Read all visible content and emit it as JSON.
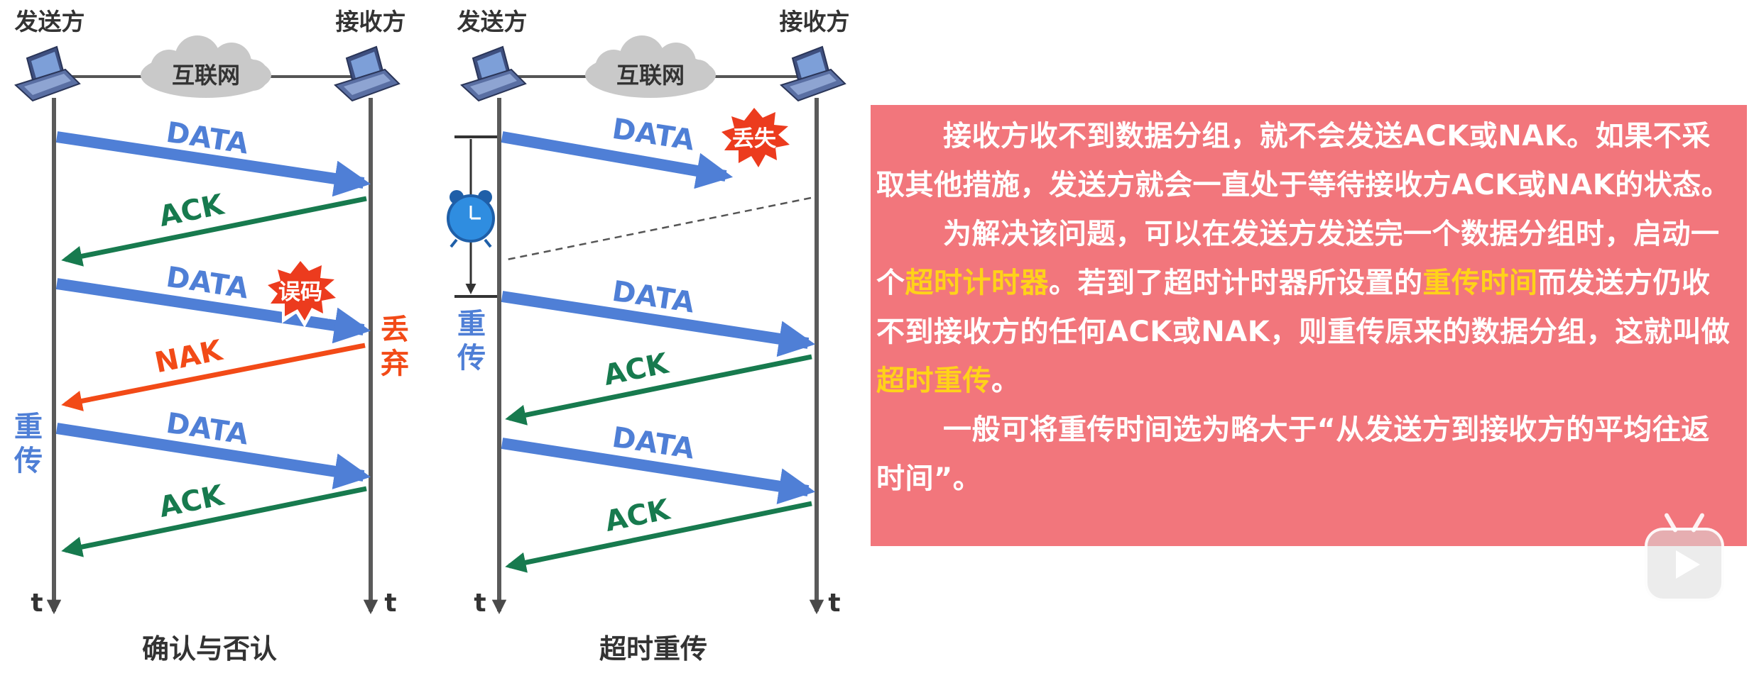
{
  "left_diagram": {
    "sender_label": "发送方",
    "receiver_label": "接收方",
    "internet_label": "互联网",
    "time_label_left": "t",
    "time_label_right": "t",
    "messages": [
      "DATA",
      "ACK",
      "DATA",
      "NAK",
      "DATA",
      "ACK"
    ],
    "error_badge": "误码",
    "discard_label": "丢弃",
    "retransmit_label": "重传",
    "caption": "确认与否认"
  },
  "right_diagram": {
    "sender_label": "发送方",
    "receiver_label": "接收方",
    "internet_label": "互联网",
    "time_label_left": "t",
    "time_label_right": "t",
    "messages": [
      "DATA",
      "DATA",
      "ACK",
      "DATA",
      "ACK"
    ],
    "lost_badge": "丢失",
    "retransmit_label": "重传",
    "caption": "超时重传"
  },
  "explanation": {
    "p1": "接收方收不到数据分组，就不会发送ACK或NAK。如果不采取其他措施，发送方就会一直处于等待接收方ACK或NAK的状态。",
    "p2_part1": "为解决该问题，可以在发送方发送完一个数据分组时，启动一个",
    "p2_hl1": "超时计时器",
    "p2_part2": "。若到了超时计时器所设置的",
    "p2_hl2": "重传时间",
    "p2_part3": "而发送方仍收不到接收方的任何ACK或NAK，则重传原来的数据分组，这就叫做",
    "p2_hl3": "超时重传",
    "p2_part4": "。",
    "p3": "一般可将重传时间选为略大于“从发送方到接收方的平均往返时间”。"
  },
  "colors": {
    "data_arrow": "#4f7fd6",
    "ack_arrow": "#177a4e",
    "nak_arrow": "#f24a17",
    "highlight": "#ffd21a",
    "panel": "#f2767c",
    "timeline": "#5a5a5a"
  },
  "icons": [
    "laptop-icon",
    "cloud-icon",
    "alarm-clock-icon",
    "burst-badge-icon",
    "video-play-icon"
  ]
}
